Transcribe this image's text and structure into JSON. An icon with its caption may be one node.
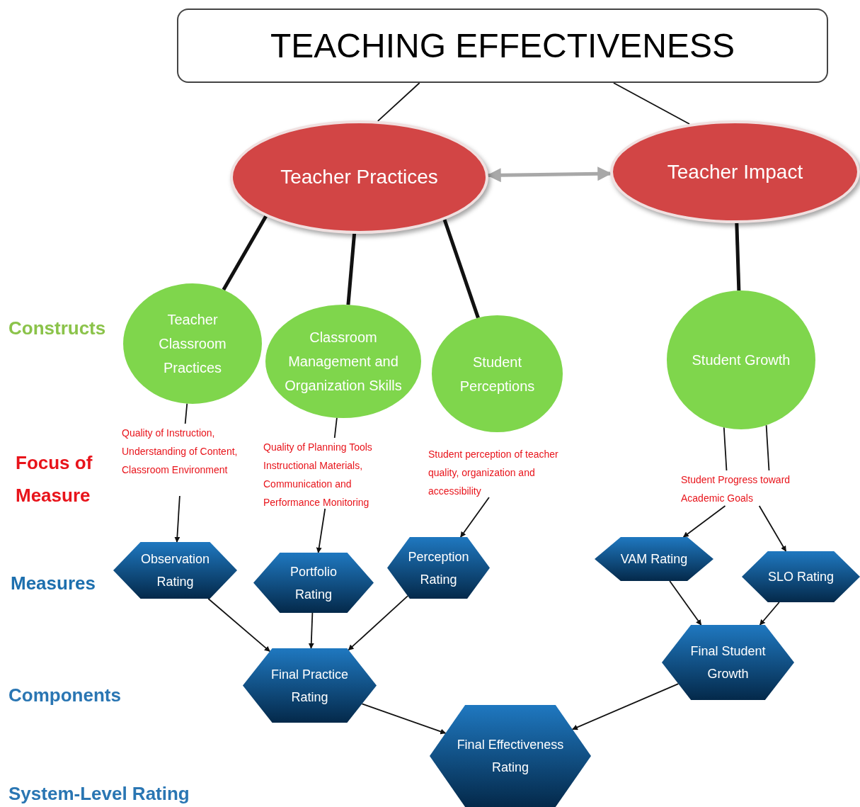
{
  "diagram": {
    "nodes": [
      {
        "text": [
          "TEACHING EFFECTIVENESS"
        ]
      },
      {
        "text": [
          "Teacher Practices"
        ]
      },
      {
        "text": [
          "Teacher Impact"
        ]
      },
      {
        "text": [
          "Teacher Classroom Practices"
        ]
      },
      {
        "text": [
          "Classroom Management and Organization Skills"
        ]
      },
      {
        "text": [
          "Student Perceptions"
        ]
      },
      {
        "text": [
          "Student Growth"
        ]
      },
      {
        "text": [
          "Quality of Instruction, Understanding of Content, Classroom Environment"
        ]
      },
      {
        "text": [
          "Quality of Planning Tools Instructional Materials, Communication and Performance Monitoring"
        ]
      },
      {
        "text": [
          "Student perception of teacher quality, organization and accessibility"
        ]
      },
      {
        "text": [
          "Student Progress toward Academic Goals"
        ]
      },
      {
        "text": [
          "Observation Rating"
        ]
      },
      {
        "text": [
          "Portfolio Rating"
        ]
      },
      {
        "text": [
          "Perception Rating"
        ]
      },
      {
        "text": [
          "VAM Rating"
        ]
      },
      {
        "text": [
          "SLO Rating"
        ]
      },
      {
        "text": [
          "Final Practice Rating"
        ]
      },
      {
        "text": [
          "Final Student Growth"
        ]
      },
      {
        "text": [
          "Final Effectiveness Rating"
        ]
      }
    ],
    "edges": [
      {
        "from": 0,
        "to": 1,
        "arrow": "none"
      },
      {
        "from": 0,
        "to": 2,
        "arrow": "none"
      },
      {
        "from": 1,
        "to": 2,
        "arrow": "both",
        "style": "thick",
        "color": "#a8a8a8"
      },
      {
        "from": 1,
        "to": 3,
        "arrow": "none",
        "style": "thick"
      },
      {
        "from": 1,
        "to": 4,
        "arrow": "none",
        "style": "thick"
      },
      {
        "from": 1,
        "to": 5,
        "arrow": "none",
        "style": "thick"
      },
      {
        "from": 2,
        "to": 6,
        "arrow": "none",
        "style": "thick"
      },
      {
        "from": 3,
        "to": 7,
        "arrow": "none"
      },
      {
        "from": 4,
        "to": 8,
        "arrow": "none"
      },
      {
        "from": 6,
        "to": 10,
        "arrow": "none"
      },
      {
        "from": 6,
        "to": 10,
        "arrow": "none"
      },
      {
        "from": 7,
        "to": 11,
        "arrow": "to"
      },
      {
        "from": 8,
        "to": 12,
        "arrow": "to"
      },
      {
        "from": 9,
        "to": 13,
        "arrow": "to"
      },
      {
        "from": 10,
        "to": 14,
        "arrow": "to"
      },
      {
        "from": 10,
        "to": 15,
        "arrow": "to"
      },
      {
        "from": 11,
        "to": 16,
        "arrow": "to"
      },
      {
        "from": 12,
        "to": 16,
        "arrow": "to"
      },
      {
        "from": 13,
        "to": 16,
        "arrow": "to"
      },
      {
        "from": 14,
        "to": 17,
        "arrow": "to"
      },
      {
        "from": 15,
        "to": 17,
        "arrow": "to"
      },
      {
        "from": 16,
        "to": 18,
        "arrow": "to"
      },
      {
        "from": 17,
        "to": 18,
        "arrow": "to"
      }
    ],
    "labels": [
      "Constructs",
      "Focus of Measure",
      "Measures",
      "Components",
      "System-Level Rating"
    ]
  }
}
